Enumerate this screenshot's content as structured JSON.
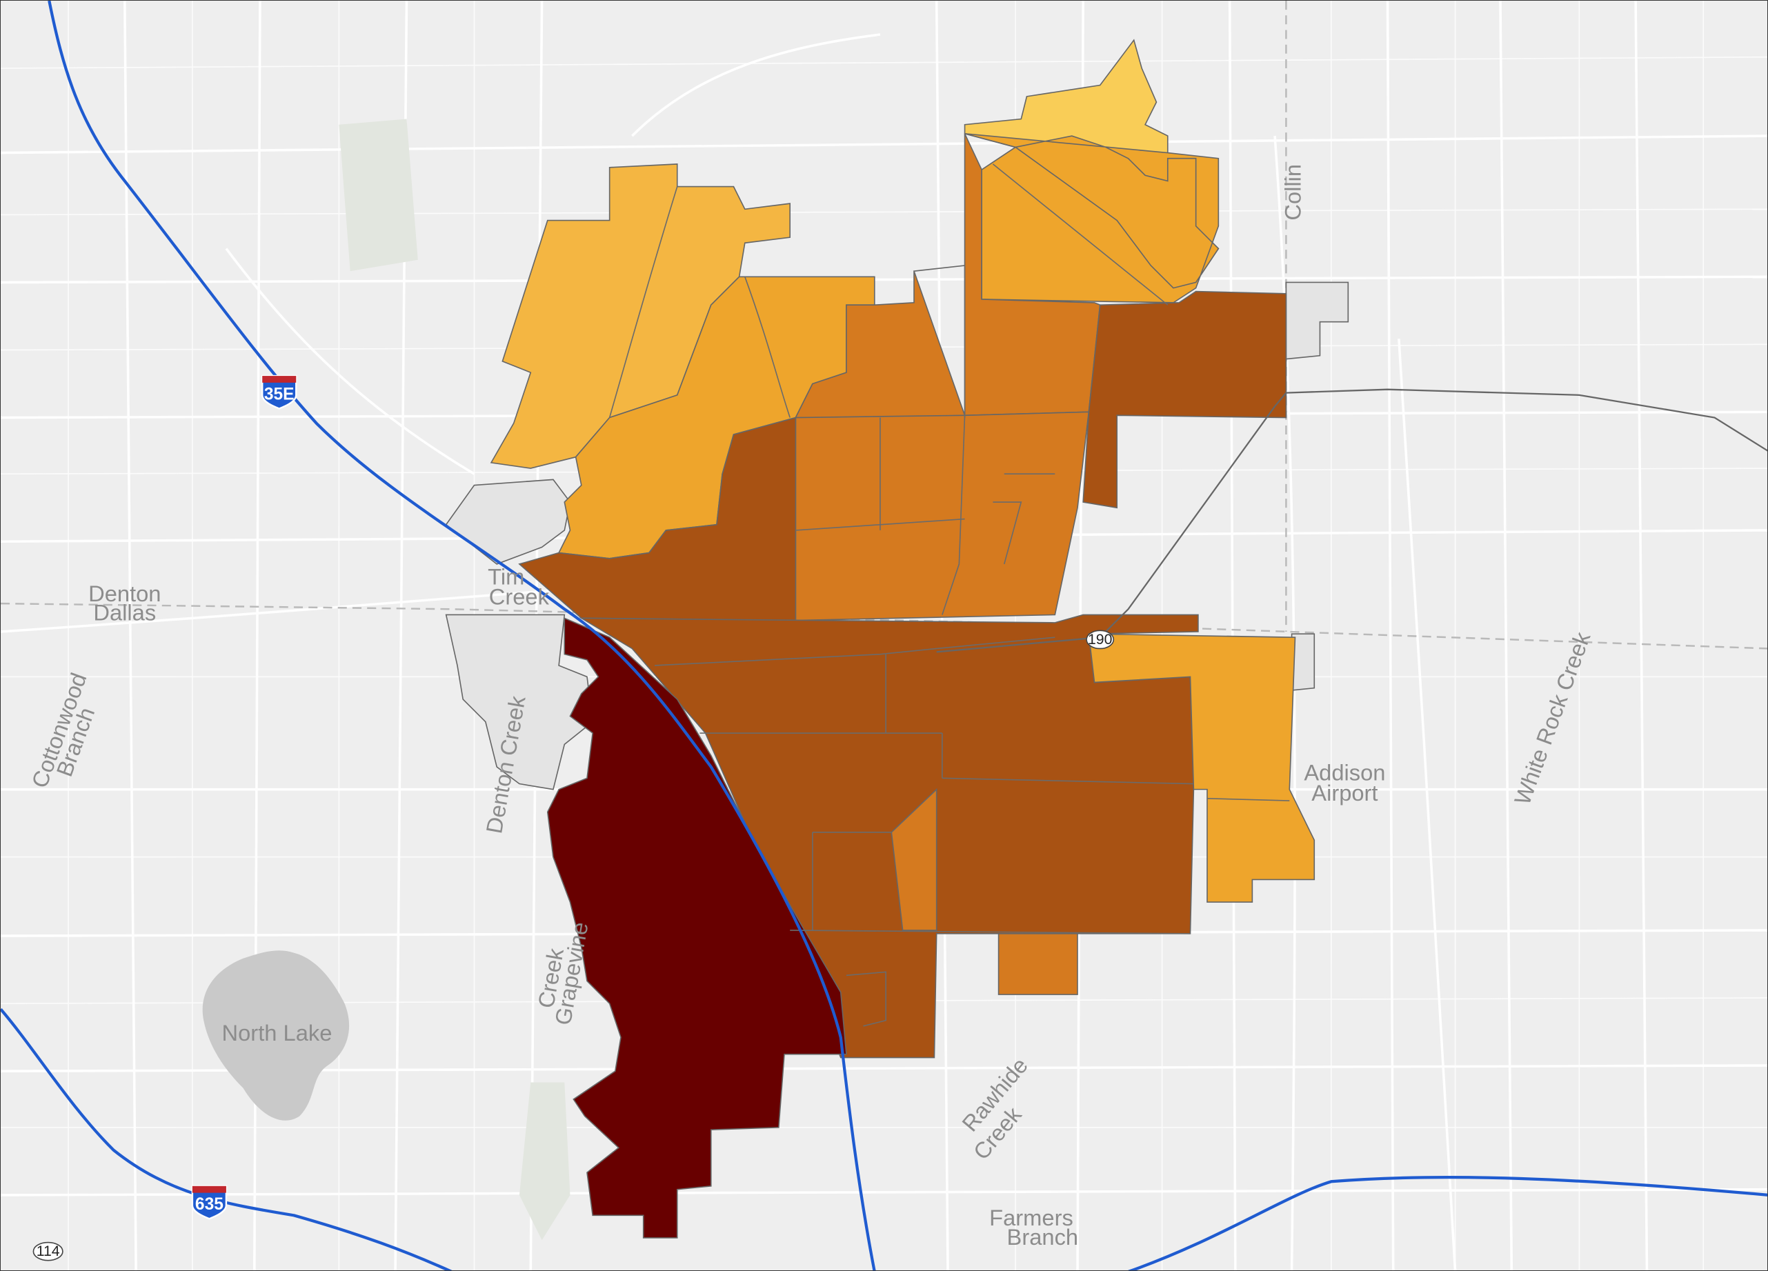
{
  "map": {
    "colors": {
      "background": "#eeeeee",
      "road": "#ffffff",
      "lake": "#c9c9c9",
      "park": "#e2e6df",
      "interstate": "#1f5bd0",
      "choropleth_class_1": "#f9cd57",
      "choropleth_class_2": "#f4b642",
      "choropleth_class_3": "#eea52c",
      "choropleth_class_4": "#d57a1f",
      "choropleth_class_5": "#a85213",
      "choropleth_class_6": "#680000"
    },
    "labels": {
      "denton": "Denton",
      "dallas": "Dallas",
      "cottonwood_branch": "Cottonwood",
      "cottonwood_branch_2": "Branch",
      "denton_creek": "Denton Creek",
      "north_lake": "North Lake",
      "grapevine_creek": "Grapevine",
      "grapevine_creek_2": "Creek",
      "rawhide_creek": "Rawhide",
      "rawhide_creek_2": "Creek",
      "farmers_branch": "Farmers",
      "farmers_branch_2": "Branch",
      "addison_airport": "Addison",
      "addison_airport_2": "Airport",
      "white_rock_creek": "White Rock Creek",
      "collin": "Collin",
      "carrollton": "Tim",
      "carrollton_2": "Creek"
    },
    "shields": {
      "i35e": "35E",
      "i635": "635",
      "sh190": "190",
      "sh114": "114"
    }
  }
}
